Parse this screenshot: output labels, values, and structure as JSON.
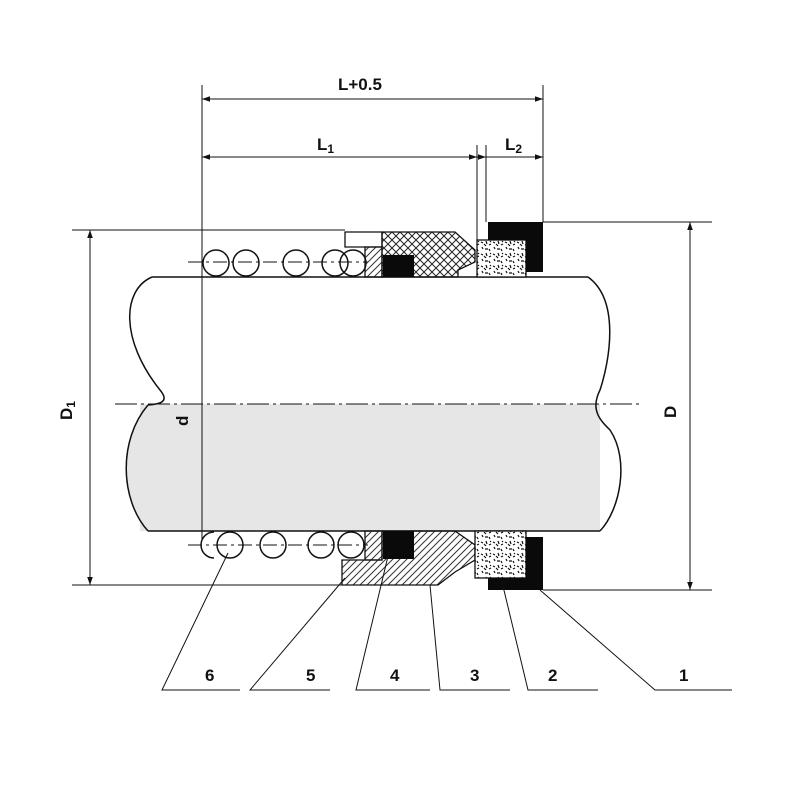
{
  "dimensions": {
    "overall": "L+0.5",
    "l1_base": "L",
    "l1_sub": "1",
    "l2_base": "L",
    "l2_sub": "2",
    "d1_base": "D",
    "d1_sub": "1",
    "d": "d",
    "D": "D"
  },
  "callouts": [
    "6",
    "5",
    "4",
    "3",
    "2",
    "1"
  ],
  "colors": {
    "line": "#111111",
    "shaft_lower": "#e6e6e6",
    "rubber": "#0a0a0a",
    "hatch": "#333333"
  }
}
